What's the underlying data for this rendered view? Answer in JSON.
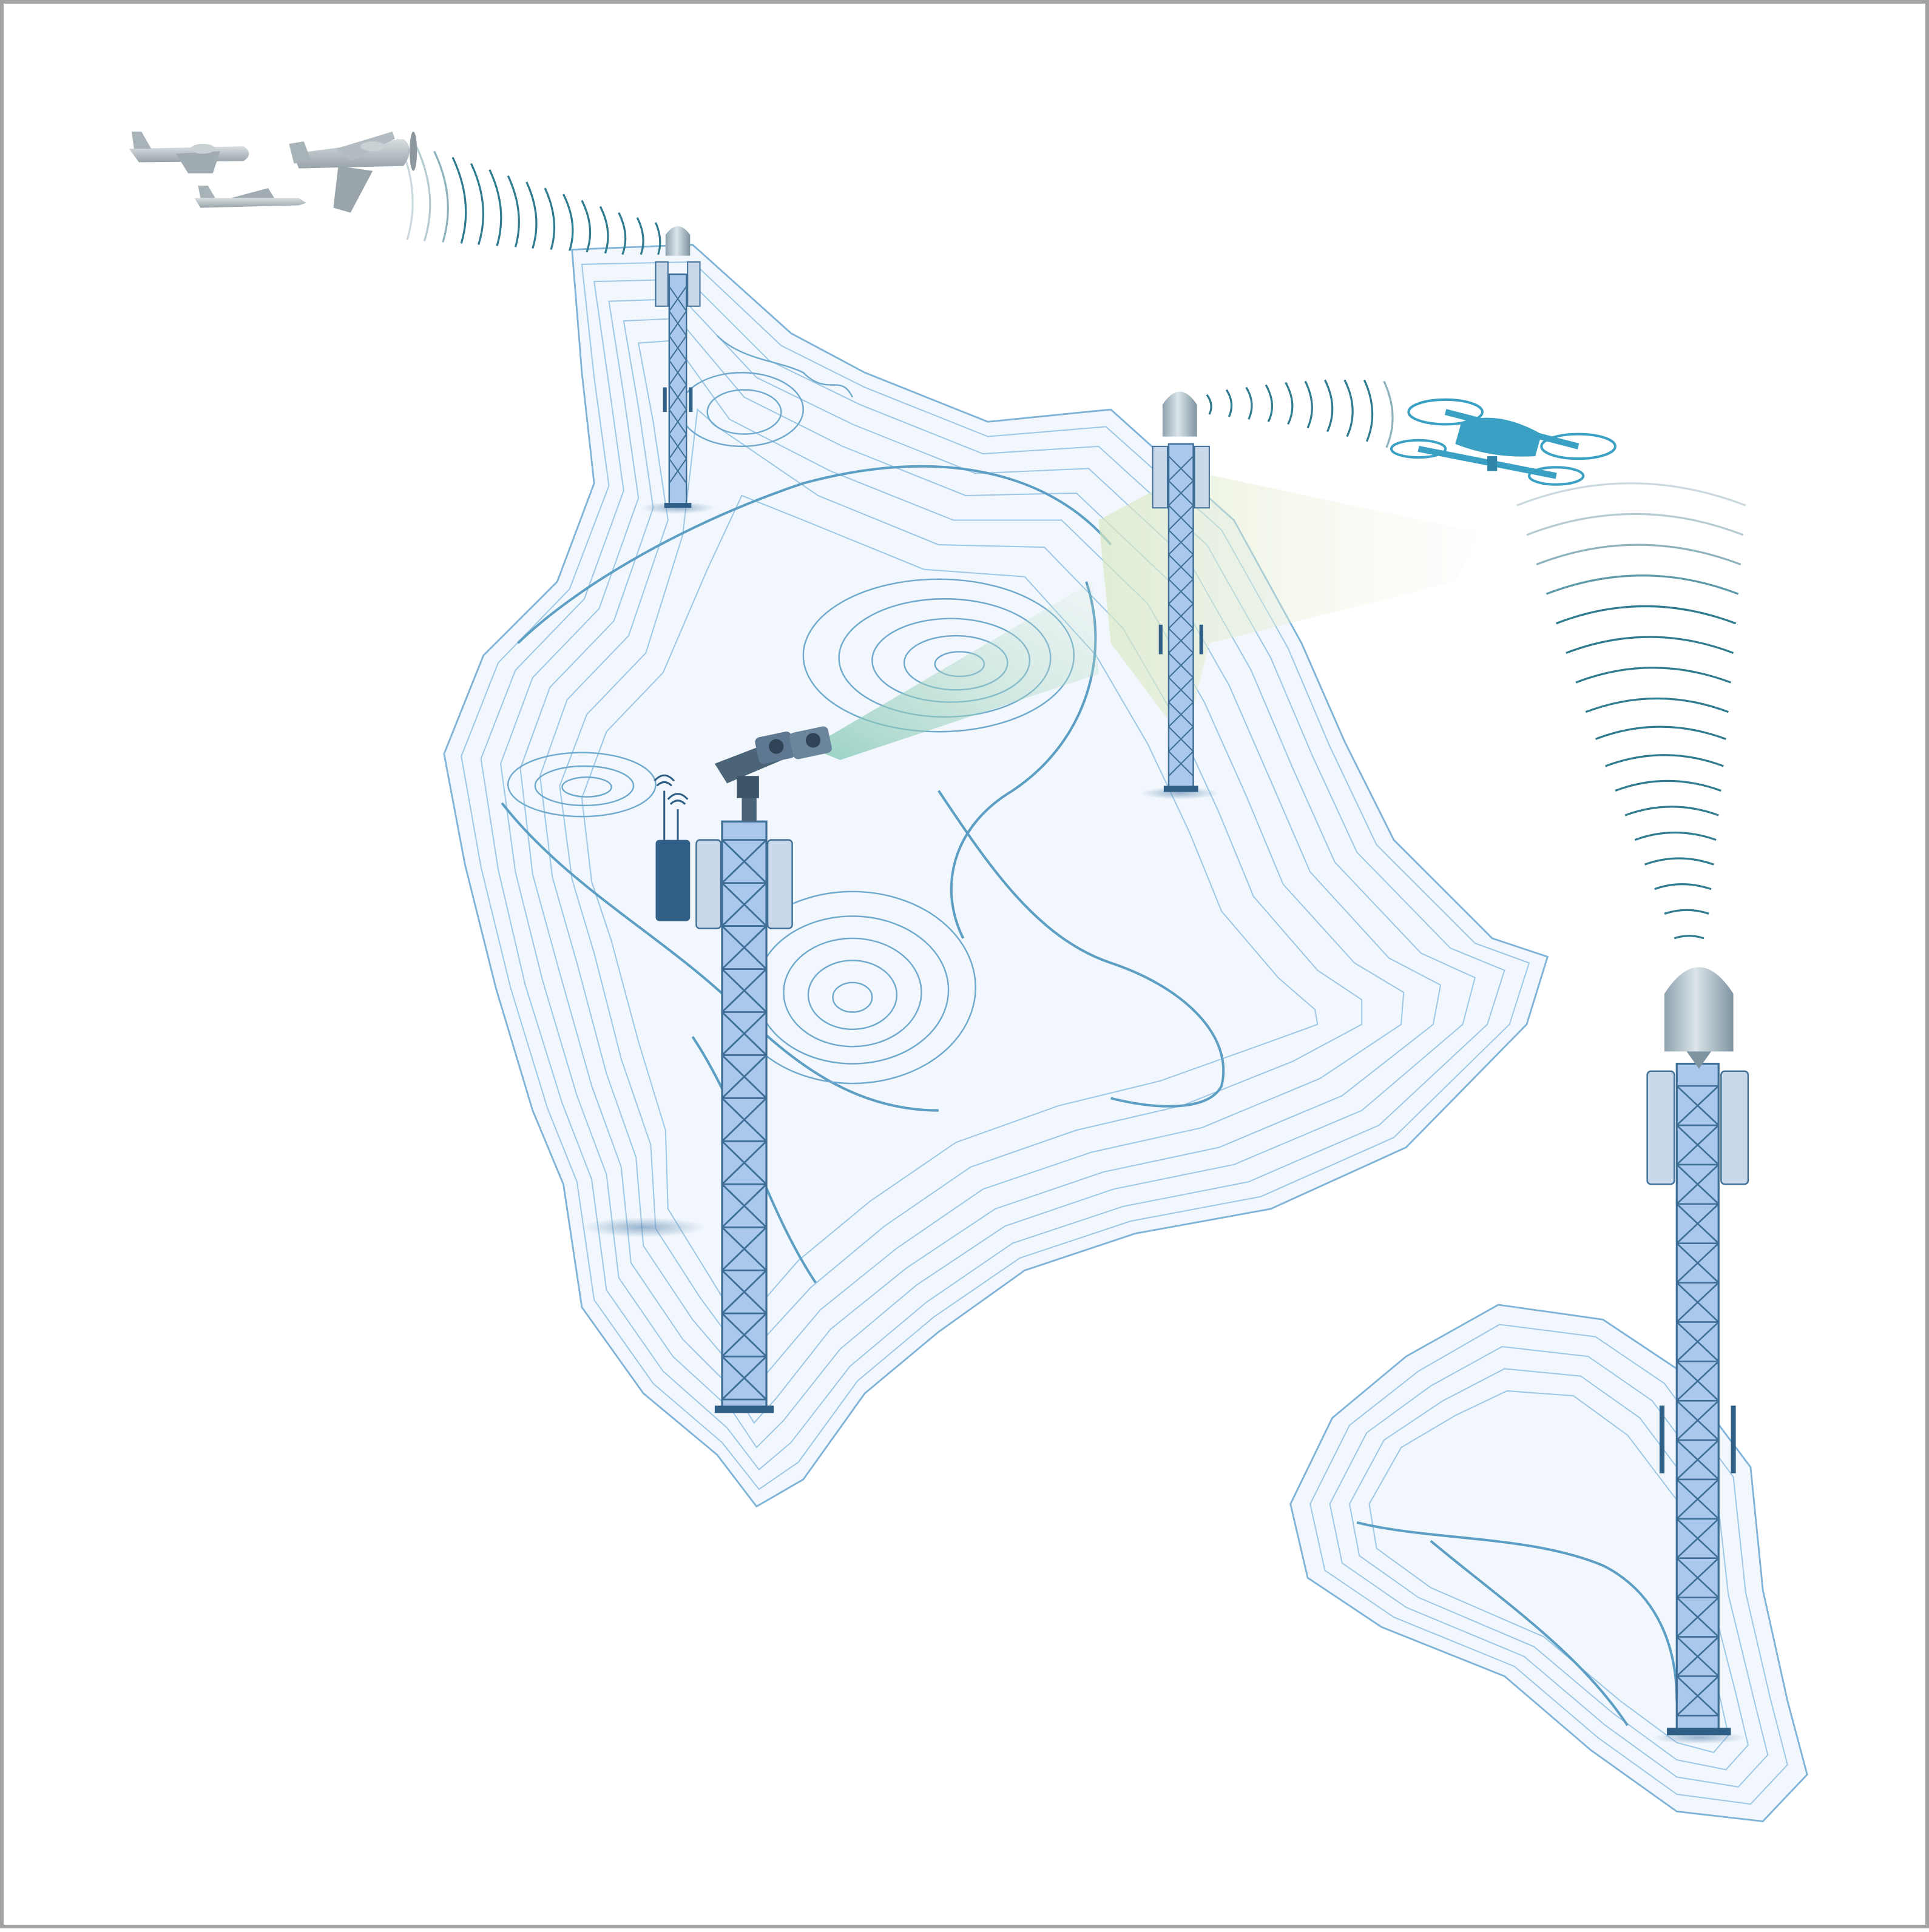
{
  "colors": {
    "background": "#ffffff",
    "frame": "#a3a3a3",
    "contour_light": "#9fc8e6",
    "contour_dark": "#5d9fc4",
    "island_fill": "#f1f7fc",
    "tower_fill": "#a9c8ec",
    "tower_line": "#3f6f97",
    "tower_dark": "#2f5f86",
    "radome": "#b6c6cf",
    "signal_wave": "#2f7b90",
    "drone": "#3aa0c4",
    "aircraft": "#b9c2c6",
    "camera": "#4b6478",
    "beam_camera": "#7cc4b2",
    "beam_drone": "#e6edd0"
  },
  "scene": {
    "islands": [
      {
        "name": "large-island",
        "style": "topographic-contours"
      },
      {
        "name": "small-island",
        "style": "topographic-contours"
      }
    ],
    "towers": [
      {
        "name": "radar-tower-north",
        "equipment": [
          "radome",
          "antenna-panels"
        ]
      },
      {
        "name": "radar-tower-center",
        "equipment": [
          "radome",
          "antenna-panels",
          "detection-beam"
        ]
      },
      {
        "name": "camera-tower",
        "equipment": [
          "dual-camera",
          "equipment-cabinet",
          "antenna-panels"
        ]
      },
      {
        "name": "radar-tower-east",
        "equipment": [
          "radome",
          "antenna-panels"
        ]
      }
    ],
    "aircraft": [
      "propeller-plane",
      "jet-fighter",
      "trainer-aircraft"
    ],
    "drone": "quadcopter-drone",
    "signal_waves": [
      "north-to-aircraft",
      "center-to-drone",
      "east-to-drone"
    ]
  }
}
